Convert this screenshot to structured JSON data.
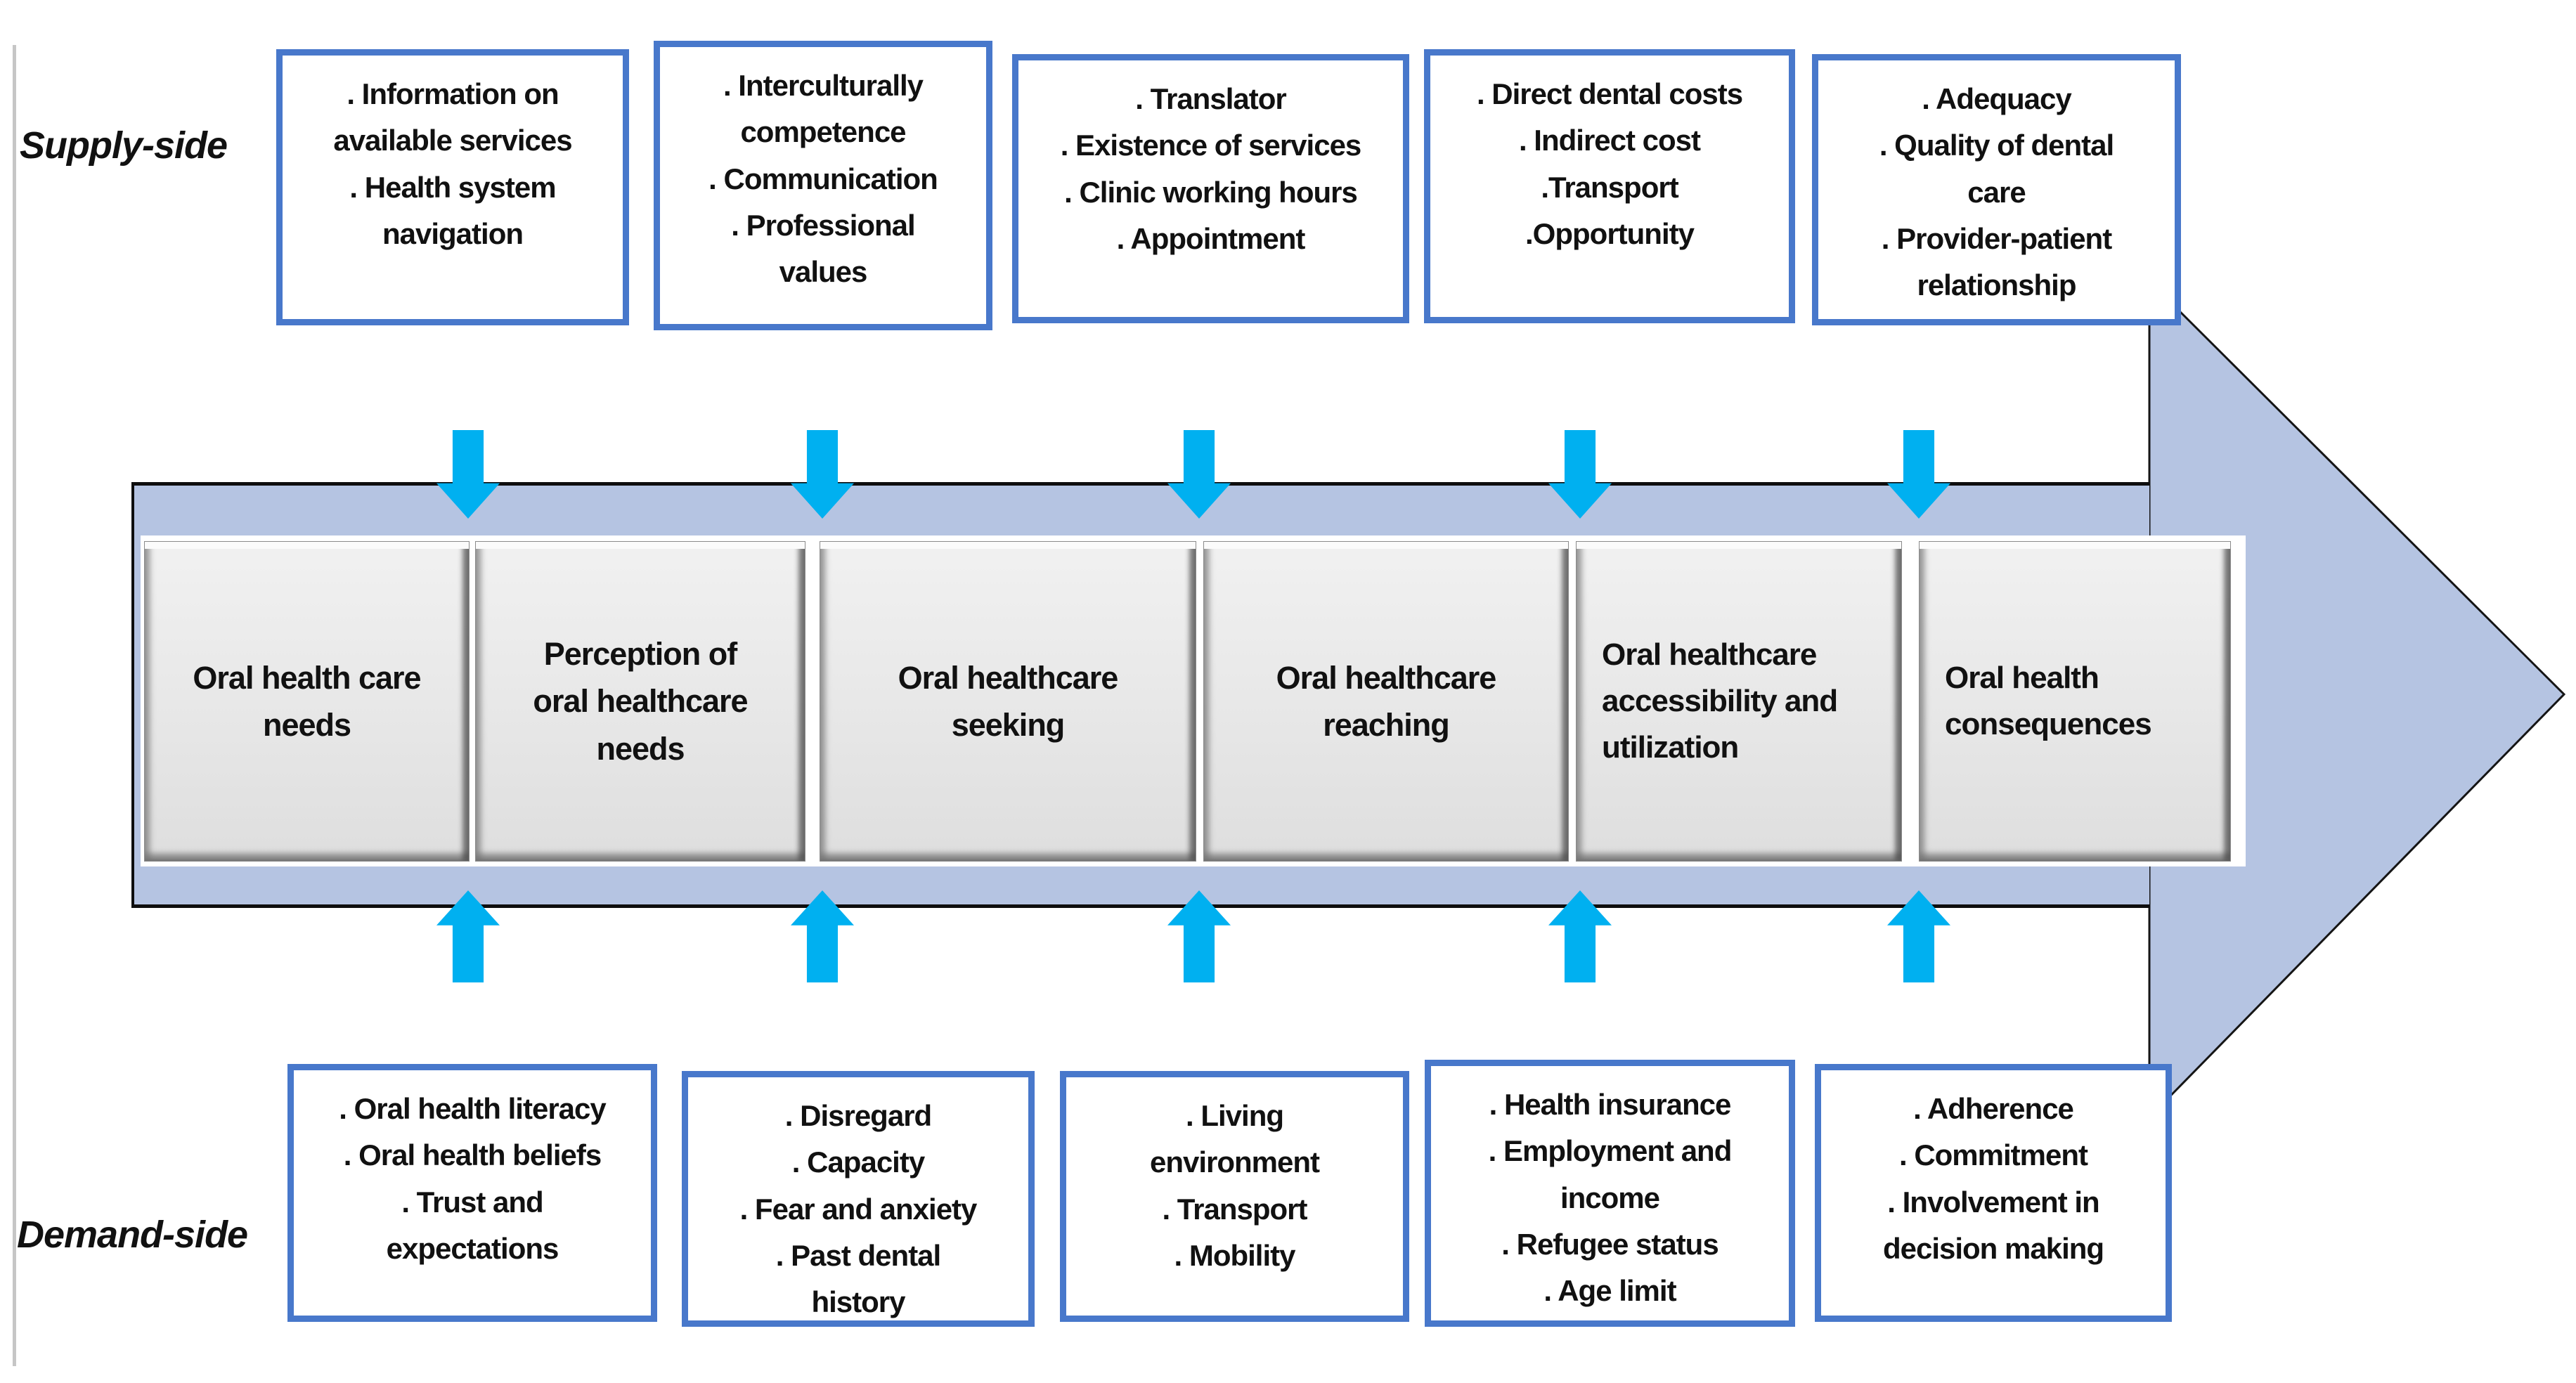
{
  "labels": {
    "supply_side": "Supply-side",
    "demand_side": "Demand-side"
  },
  "supply_boxes": [
    {
      "text": ". Information on\navailable services\n. Health system\nnavigation"
    },
    {
      "text": ". Interculturally\ncompetence\n. Communication\n. Professional\nvalues"
    },
    {
      "text": ". Translator\n. Existence of services\n. Clinic working hours\n. Appointment"
    },
    {
      "text": ". Direct dental costs\n. Indirect cost\n.Transport\n.Opportunity"
    },
    {
      "text": ". Adequacy\n. Quality of dental\ncare\n. Provider-patient\nrelationship"
    }
  ],
  "process_steps": [
    {
      "text": "Oral health care\nneeds"
    },
    {
      "text": "Perception of\noral healthcare\nneeds"
    },
    {
      "text": "Oral healthcare\nseeking"
    },
    {
      "text": "Oral healthcare\nreaching"
    },
    {
      "text": "Oral healthcare\naccessibility and\nutilization"
    },
    {
      "text": "Oral health\nconsequences"
    }
  ],
  "demand_boxes": [
    {
      "text": ". Oral health literacy\n. Oral health beliefs\n. Trust and\nexpectations"
    },
    {
      "text": ". Disregard\n. Capacity\n. Fear and anxiety\n. Past dental\nhistory"
    },
    {
      "text": ". Living\nenvironment\n. Transport\n. Mobility"
    },
    {
      "text": ". Health insurance\n. Employment and\nincome\n. Refugee status\n. Age limit"
    },
    {
      "text": ". Adherence\n. Commitment\n. Involvement in\ndecision making"
    }
  ],
  "colors": {
    "factor_box_border": "#4878CB",
    "flow_band_blue": "#B5C4E2",
    "flow_arrow_outline": "#151515",
    "cyan_arrow": "#00B0F0",
    "process_box_face": "#E8E8E8",
    "band_edge_black": "#0E0E0E",
    "text": "#111111"
  }
}
